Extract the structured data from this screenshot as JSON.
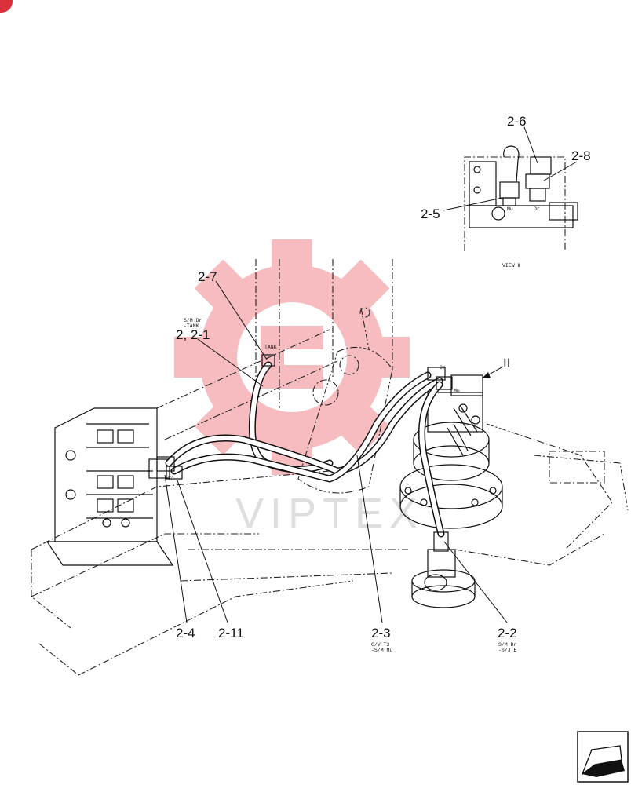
{
  "callouts": {
    "c_2_6": "2-6",
    "c_2_8": "2-8",
    "c_2_5": "2-5",
    "c_2_7": "2-7",
    "c_2_2_1": "2, 2-1",
    "c_2_4": "2-4",
    "c_2_11": "2-11",
    "c_2_3": "2-3",
    "c_2_2": "2-2",
    "c_view": "II"
  },
  "small_labels": {
    "sm_dr_tank_1": "S/M Dr",
    "sm_dr_tank_2": "-TANK",
    "tank": "TANK",
    "mu": "Mu",
    "dr_inset": "Dr",
    "view": "VIEW Ⅱ",
    "dr_motor": "Dr",
    "mu_motor": "Mu",
    "t3": "T3",
    "cv_1": "C/V T3",
    "cv_2": "-S/M Mu",
    "smdr_1": "S/M Dr",
    "smdr_2": "-S/J E"
  },
  "colors": {
    "watermark": "#e8333a",
    "watermark_grey": "#9a9a9a",
    "line": "#111111"
  },
  "icons": [
    "corner-badge-icon",
    "page-turn-arrow-icon",
    "watermark-gear-icon"
  ]
}
